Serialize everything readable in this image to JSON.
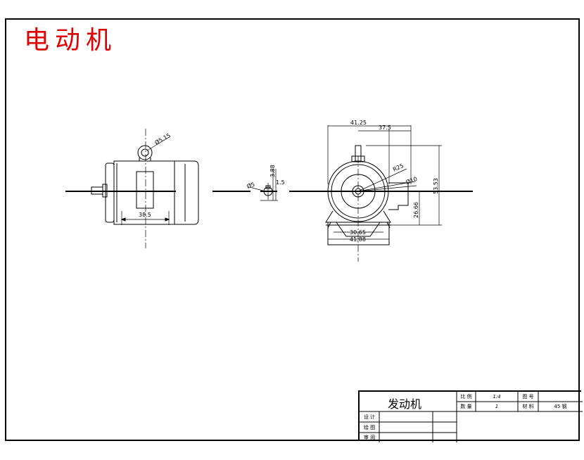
{
  "page_title": "电动机",
  "dimensions": {
    "side_hole_dia": "Ø5.15",
    "side_length": "38.5",
    "detail_dia": "Ø5",
    "detail_h1": "3.88",
    "detail_h2": "1.5",
    "front_width_total": "41.25",
    "front_width_inner": "37.5",
    "front_radius": "R25",
    "front_small": "Ø10",
    "front_height": "53.53",
    "front_lower": "26.66",
    "base_w1": "30.65",
    "base_w2": "41.88"
  },
  "title_block": {
    "part_name": "发动机",
    "scale_label": "比 例",
    "scale_value": "1:4",
    "drawing_no_label": "图 号",
    "drawing_no_value": "",
    "quantity_label": "数 量",
    "quantity_value": "1",
    "material_label": "材 料",
    "material_value": "45 钢",
    "designer_label": "设 计",
    "drafter_label": "绘 图",
    "reviewer_label": "审 阅"
  }
}
